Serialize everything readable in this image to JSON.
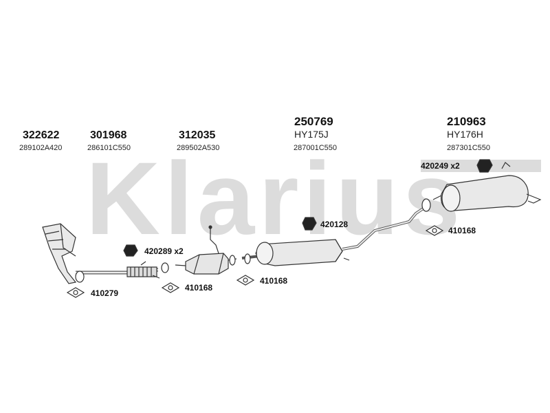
{
  "watermark": {
    "text": "Klarius"
  },
  "header_parts": [
    {
      "number": "322622",
      "oem": "289102A420",
      "alt": ""
    },
    {
      "number": "301968",
      "oem": "286101C550",
      "alt": ""
    },
    {
      "number": "312035",
      "oem": "289502A530",
      "alt": ""
    },
    {
      "number": "250769",
      "oem": "287001C550",
      "alt": "HY175J"
    },
    {
      "number": "210963",
      "oem": "287301C550",
      "alt": "HY176H"
    }
  ],
  "callouts": {
    "rubber_mount_rear": "420249 x2",
    "rubber_mount_mid": "420128",
    "rubber_mount_front": "420289 x2",
    "gasket_rear": "410168",
    "gasket_mid": "410168",
    "gasket_center": "410168",
    "gasket_front": "410279"
  },
  "colors": {
    "watermark": "#d7d7d7",
    "line": "#333333",
    "fill": "#e9e9e9"
  }
}
